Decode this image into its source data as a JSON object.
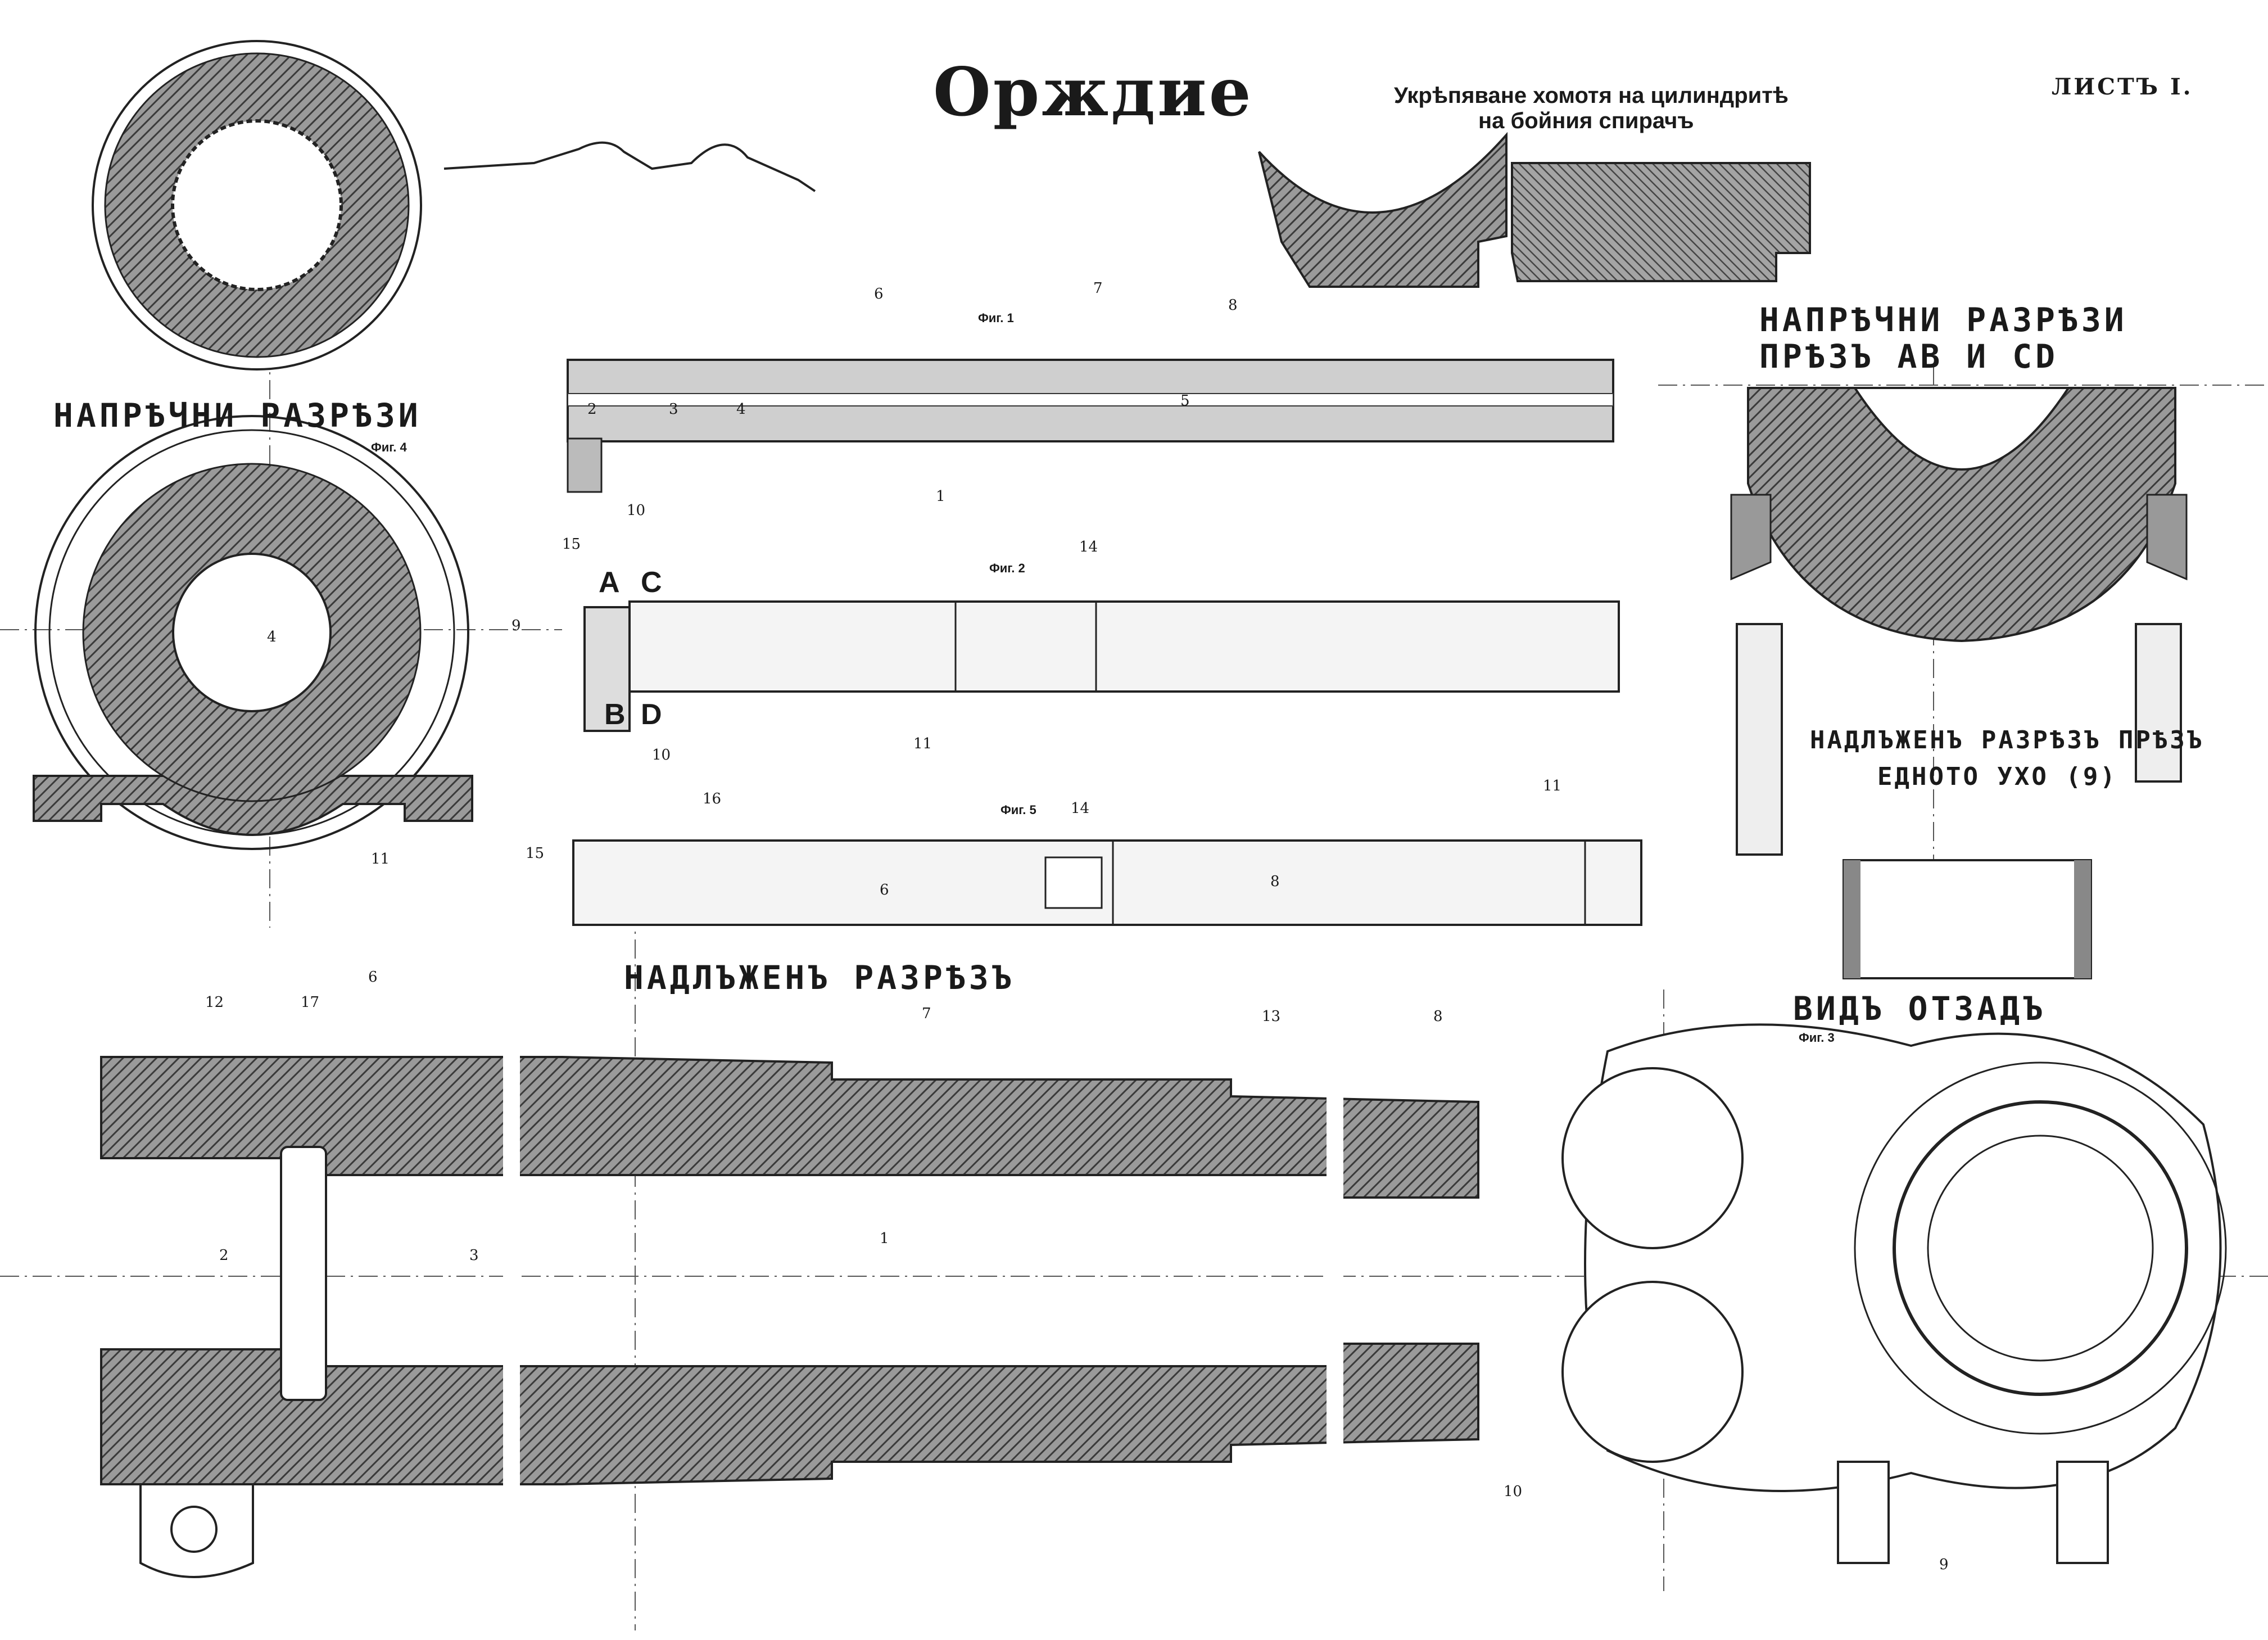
{
  "title": "Орждие",
  "sheet_label": "ЛИСТЪ I.",
  "subtitle": {
    "line1": "Укрѣпяване хомотя на цилиндритѣ",
    "line2": "на бойния спирачъ"
  },
  "headings": {
    "cross_sections_left": "НАПРѢЧНИ РАЗРѢЗИ",
    "cross_sections_right_line1": "НАПРѢЧНИ РАЗРѢЗИ",
    "cross_sections_right_line2": "ПРѢЗЪ АВ И CD",
    "longitudinal": "НАДЛЪЖЕНЪ РАЗРѢЗЪ",
    "ear_section_line1": "НАДЛЪЖЕНЪ РАЗРѢЗЪ ПРѢЗЪ",
    "ear_section_line2": "ЕДНОТО УХО (9)",
    "rear_view": "ВИДЪ ОТЗАДЪ"
  },
  "figures": {
    "fig1": "Фиг. 1",
    "fig2": "Фиг. 2",
    "fig3": "Фиг. 3",
    "fig4": "Фиг. 4",
    "fig5": "Фиг. 5"
  },
  "section_refs": {
    "a": "A",
    "b": "B",
    "c": "C",
    "d": "D"
  },
  "callouts": {
    "n1": "1",
    "n2": "2",
    "n3": "3",
    "n4": "4",
    "n5": "5",
    "n6": "6",
    "n7": "7",
    "n8": "8",
    "n9": "9",
    "n10": "10",
    "n11": "11",
    "n12": "12",
    "n13": "13",
    "n14": "14",
    "n15": "15",
    "n16": "16",
    "n17": "17"
  }
}
